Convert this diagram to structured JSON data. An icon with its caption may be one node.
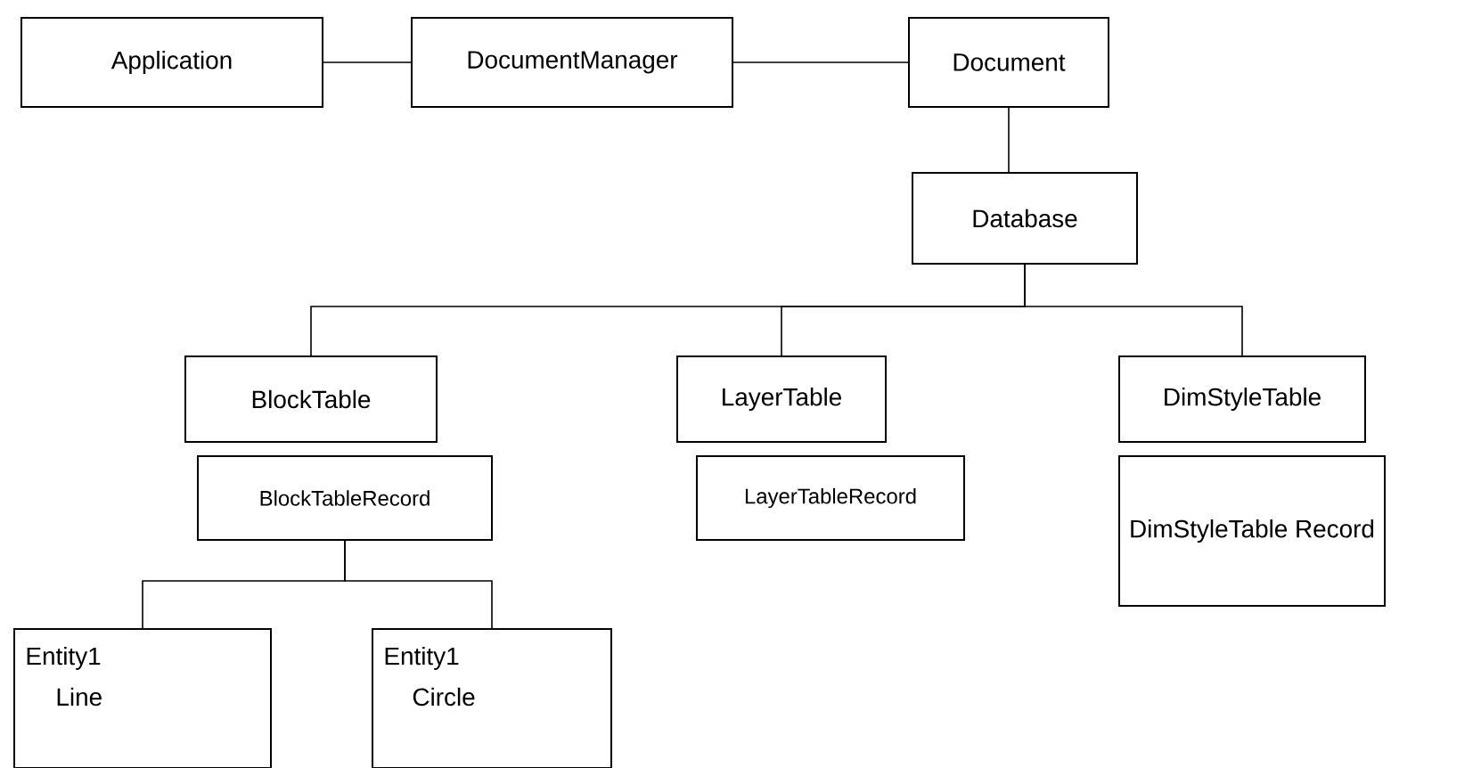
{
  "diagram": {
    "nodes": [
      {
        "text": [
          "Application"
        ]
      },
      {
        "text": [
          "DocumentManager"
        ]
      },
      {
        "text": [
          "Document"
        ]
      },
      {
        "text": [
          "Database"
        ]
      },
      {
        "text": [
          "BlockTable"
        ]
      },
      {
        "text": [
          "LayerTable"
        ]
      },
      {
        "text": [
          "DimStyleTable"
        ]
      },
      {
        "text": [
          "BlockTableRecord"
        ]
      },
      {
        "text": [
          "LayerTableRecord"
        ]
      },
      {
        "text": [
          "DimStyleTable Record"
        ]
      },
      {
        "text": [
          "Entity1",
          "Line"
        ]
      },
      {
        "text": [
          "Entity1",
          "Circle"
        ]
      }
    ],
    "edges": [
      {
        "from": 0,
        "to": 1,
        "arrow": "none"
      },
      {
        "from": 1,
        "to": 2,
        "arrow": "none"
      },
      {
        "from": 2,
        "to": 3,
        "arrow": "none"
      },
      {
        "from": 3,
        "to": 4,
        "arrow": "none"
      },
      {
        "from": 3,
        "to": 5,
        "arrow": "none"
      },
      {
        "from": 3,
        "to": 6,
        "arrow": "none"
      },
      {
        "from": 7,
        "to": 10,
        "arrow": "none"
      },
      {
        "from": 7,
        "to": 11,
        "arrow": "none"
      }
    ]
  }
}
